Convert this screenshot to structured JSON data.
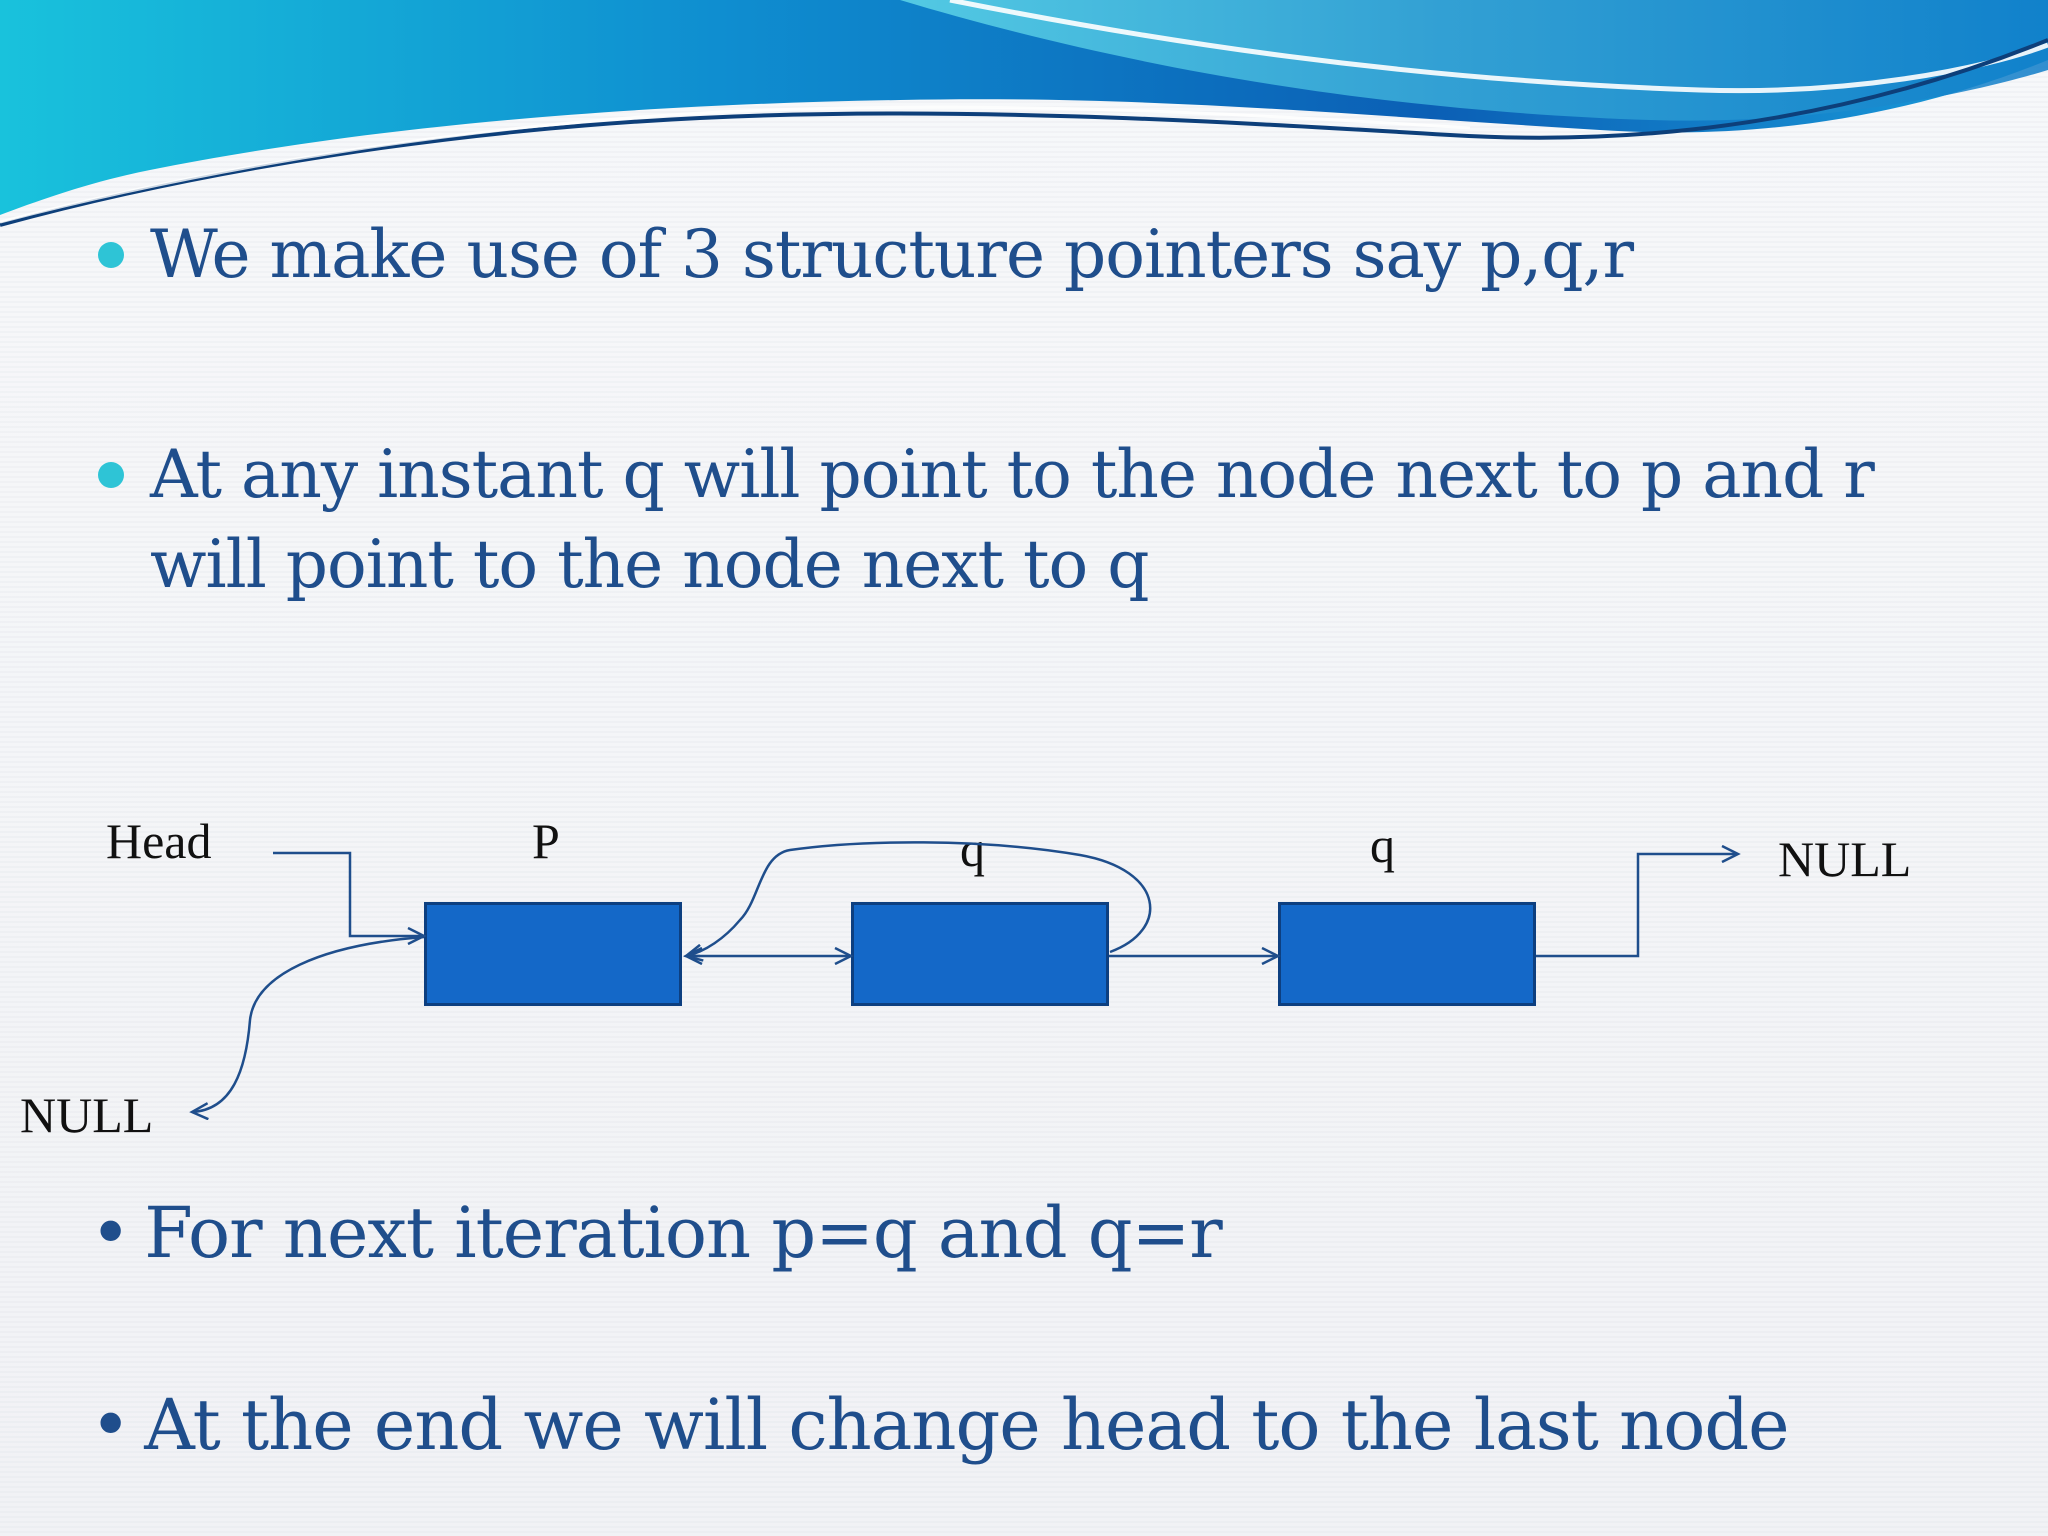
{
  "bullets": [
    {
      "text": "We make use of 3 structure pointers say p,q,r"
    },
    {
      "line1": "At any instant q will point to the node next to p and r",
      "line2": "will point to the node next to q"
    }
  ],
  "diagram": {
    "head_label": "Head",
    "p_label": "P",
    "q_label": "q",
    "r_label": "q",
    "null_right": "NULL",
    "null_left": "NULL"
  },
  "bottom_bullets": [
    {
      "marker": "•",
      "text": "For next iteration p=q and q=r"
    },
    {
      "marker": "•",
      "text": "At the end we will change head to the last node"
    }
  ],
  "colors": {
    "text": "#1f4e8c",
    "bullet_accent": "#2ec4d6",
    "node_fill": "#1468c8",
    "arrow": "#1f4e8c"
  }
}
